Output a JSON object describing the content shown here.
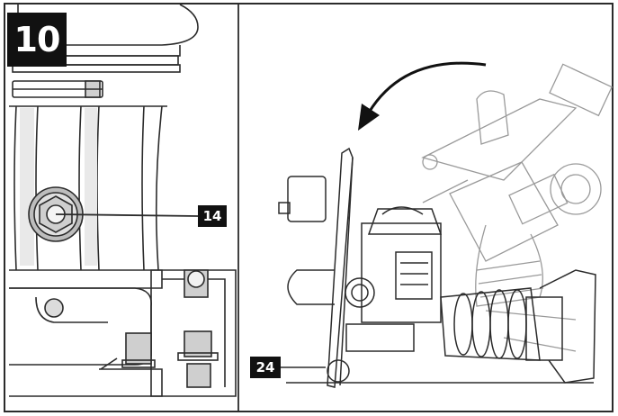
{
  "step": {
    "number": "10"
  },
  "callouts": [
    {
      "label": "14"
    },
    {
      "label": "24"
    }
  ],
  "icons": [
    "rotate-arrow-icon"
  ],
  "colors": {
    "ink": "#111111",
    "line": "#2b2b2b",
    "shade": "#cfcfcf",
    "ghost": "#9a9a9a"
  }
}
